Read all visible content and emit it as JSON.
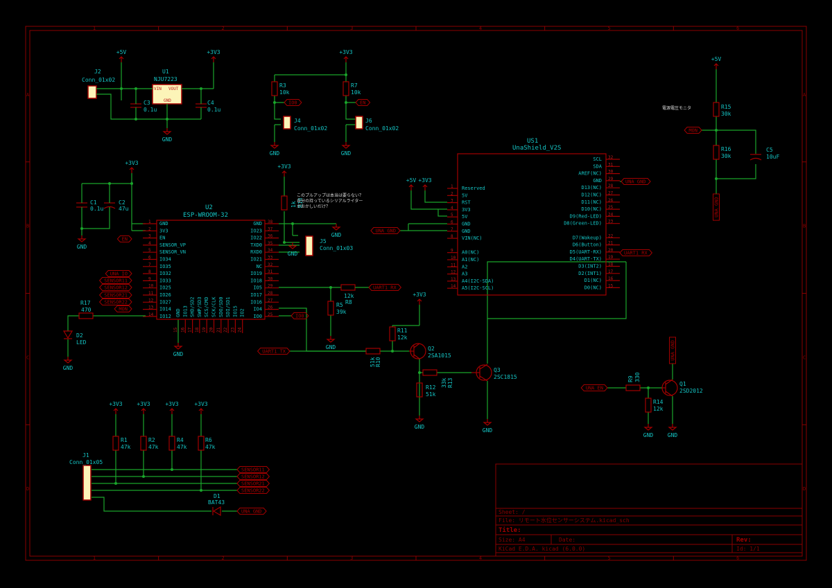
{
  "frame": {
    "col_labels": [
      "1",
      "2",
      "3",
      "4",
      "5",
      "6"
    ],
    "row_labels": [
      "A",
      "B",
      "C",
      "D"
    ]
  },
  "title_block": {
    "sheet": "Sheet: /",
    "file": "File: リモート水位センサーシステム.kicad_sch",
    "title": "Title:",
    "size": "Size: A4",
    "date": "Date:",
    "rev": "Rev:",
    "tool": "KiCad E.D.A.  kicad (6.0.0)",
    "id": "Id: 1/1"
  },
  "power": {
    "p5v": "+5V",
    "p3v3": "+3V3",
    "gnd": "GND"
  },
  "labels": {
    "una_gnd": "UNA_GND",
    "una_en": "UNA_EN",
    "uart1_rx": "UART1_RX",
    "uart1_tx": "UART1_TX",
    "io0": "IO0",
    "en": "EN",
    "mon": "MON",
    "una_io": "UNA_IO",
    "sensor11": "SENSOR11",
    "sensor12": "SENSOR12",
    "sensor21": "SENSOR21",
    "sensor22": "SENSOR22"
  },
  "notes": {
    "pullup": [
      "このプルアップは本当は要らない？",
      "自分の持っているシリアルライター",
      "がおかしいだけ？"
    ],
    "vmon": "電源電圧モニタ"
  },
  "components": {
    "j2": {
      "ref": "J2",
      "value": "Conn_01x02"
    },
    "u1": {
      "ref": "U1",
      "value": "NJU7223",
      "vin": "VIN",
      "vout": "VOUT",
      "gnd": "GND"
    },
    "c3": {
      "ref": "C3",
      "value": "0.1u"
    },
    "c4": {
      "ref": "C4",
      "value": "0.1u"
    },
    "r3": {
      "ref": "R3",
      "value": "10k"
    },
    "r7": {
      "ref": "R7",
      "value": "10k"
    },
    "j4": {
      "ref": "J4",
      "value": "Conn_01x02"
    },
    "j6": {
      "ref": "J6",
      "value": "Conn_01x02"
    },
    "c1": {
      "ref": "C1",
      "value": "0.1u"
    },
    "c2": {
      "ref": "C2",
      "value": "47u"
    },
    "u2": {
      "ref": "U2",
      "value": "ESP-WROOM-32",
      "left_pins": [
        "GND",
        "3V3",
        "EN",
        "SENSOR_VP",
        "SENSOR_VN",
        "IO34",
        "IO35",
        "IO32",
        "IO33",
        "IO25",
        "IO26",
        "IO27",
        "IO14",
        "IO12"
      ],
      "left_nums": [
        "1",
        "2",
        "3",
        "4",
        "5",
        "6",
        "7",
        "8",
        "9",
        "10",
        "11",
        "12",
        "13",
        "14"
      ],
      "right_pins": [
        "GND",
        "IO23",
        "IO22",
        "TXD0",
        "RXD0",
        "IO21",
        "NC",
        "IO19",
        "IO18",
        "IO5",
        "IO17",
        "IO16",
        "IO4",
        "IO0"
      ],
      "right_nums": [
        "38",
        "37",
        "36",
        "35",
        "34",
        "33",
        "32",
        "31",
        "30",
        "29",
        "28",
        "27",
        "26",
        "25"
      ],
      "bottom_pins": [
        "GND",
        "IO13",
        "SHD/SD2",
        "SWP/SD3",
        "SCS/CMD",
        "SCK/CLK",
        "SDO/SD0",
        "SDI/SD1",
        "IO15",
        "IO2"
      ],
      "bottom_nums": [
        "15",
        "16",
        "17",
        "18",
        "19",
        "20",
        "21",
        "22",
        "23",
        "24"
      ]
    },
    "r18": {
      "ref": "R18",
      "value": "1k"
    },
    "j5": {
      "ref": "J5",
      "value": "Conn_01x03"
    },
    "r17": {
      "ref": "R17",
      "value": "470"
    },
    "d2": {
      "ref": "D2",
      "value": "LED"
    },
    "r8": {
      "ref": "R8",
      "value": "12k"
    },
    "r5": {
      "ref": "R5",
      "value": "39k"
    },
    "r10": {
      "ref": "R10",
      "value": "51k"
    },
    "r11": {
      "ref": "R11",
      "value": "12k"
    },
    "q2": {
      "ref": "Q2",
      "value": "2SA1015"
    },
    "r12": {
      "ref": "R12",
      "value": "51k"
    },
    "r13": {
      "ref": "R13",
      "value": "33k"
    },
    "q3": {
      "ref": "Q3",
      "value": "2SC1815"
    },
    "us1": {
      "ref": "US1",
      "value": "UnaShield_V2S",
      "left_pins": [
        "Reserved",
        "5V",
        "RST",
        "3V3",
        "5V",
        "GND",
        "GND",
        "VIN(NC)",
        "A0(NC)",
        "A1(NC)",
        "A2",
        "A3",
        "A4(I2C-SDA)",
        "A5(I2C-SCL)"
      ],
      "left_nums": [
        "1",
        "2",
        "3",
        "4",
        "5",
        "6",
        "7",
        "8",
        "9",
        "10",
        "11",
        "12",
        "13",
        "14"
      ],
      "right_pins": [
        "SCL",
        "SDA",
        "AREF(NC)",
        "GND",
        "D13(NC)",
        "D12(NC)",
        "D11(NC)",
        "D10(NC)",
        "D9(Red-LED)",
        "D8(Green-LED)",
        "D7(Wakeup)",
        "D6(Button)",
        "D5(UART-RX)",
        "D4(UART-TX)",
        "D3(INT2)",
        "D2(INT1)",
        "D1(NC)",
        "D0(NC)"
      ],
      "right_nums": [
        "32",
        "31",
        "30",
        "29",
        "28",
        "27",
        "26",
        "25",
        "24",
        "23",
        "22",
        "21",
        "20",
        "19",
        "18",
        "17",
        "16",
        "15"
      ]
    },
    "r15": {
      "ref": "R15",
      "value": "30k"
    },
    "r16": {
      "ref": "R16",
      "value": "30k"
    },
    "c5": {
      "ref": "C5",
      "value": "10uF"
    },
    "r9": {
      "ref": "R9",
      "value": "330"
    },
    "q1": {
      "ref": "Q1",
      "value": "2SD2012"
    },
    "r14": {
      "ref": "R14",
      "value": "12k"
    },
    "r1": {
      "ref": "R1",
      "value": "47k"
    },
    "r2": {
      "ref": "R2",
      "value": "47k"
    },
    "r4": {
      "ref": "R4",
      "value": "47k"
    },
    "r6": {
      "ref": "R6",
      "value": "47k"
    },
    "j1": {
      "ref": "J1",
      "value": "Conn_01x05"
    },
    "d1": {
      "ref": "D1",
      "value": "BAT43"
    }
  }
}
